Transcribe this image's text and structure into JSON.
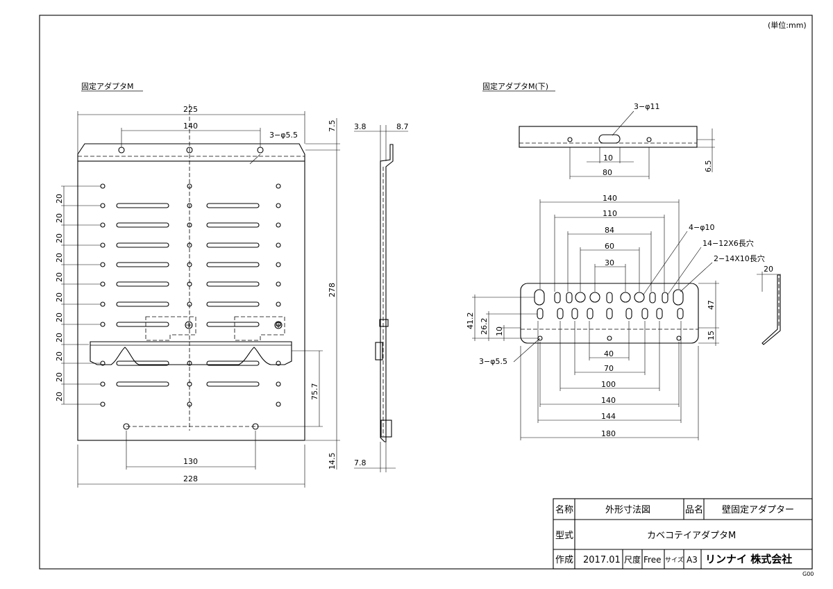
{
  "unit_note": "(単位:mm)",
  "views": {
    "front_title": "固定アダプタM",
    "bottom_title": "固定アダプタM(下)"
  },
  "dims": {
    "front_width_top": "225",
    "front_hole_span_top": "140",
    "front_holes_top": "3−φ5.5",
    "front_top_offset": "7.5",
    "front_height": "278",
    "front_pitch": "20",
    "front_lower_span": "75.7",
    "front_bottom_span": "130",
    "front_width_bottom": "228",
    "front_bottom_offset": "14.5",
    "side_top_a": "3.8",
    "side_top_b": "8.7",
    "side_bottom": "7.8",
    "strip_holes": "3−φ11",
    "strip_10": "10",
    "strip_80": "80",
    "strip_6_5": "6.5",
    "plate_140_top": "140",
    "plate_110": "110",
    "plate_84": "84",
    "plate_60": "60",
    "plate_30": "30",
    "plate_holes_4": "4−φ10",
    "plate_slots_14": "14−12X6長穴",
    "plate_slots_2": "2−14X10長穴",
    "plate_20": "20",
    "plate_47": "47",
    "plate_41_2": "41.2",
    "plate_26_2": "26.2",
    "plate_10_v": "10",
    "plate_15": "15",
    "plate_holes_3": "3−φ5.5",
    "plate_40": "40",
    "plate_70": "70",
    "plate_100": "100",
    "plate_140_bottom": "140",
    "plate_144": "144",
    "plate_180": "180"
  },
  "title_block": {
    "name_label": "名称",
    "name_value": "外形寸法図",
    "product_label": "品名",
    "product_value": "壁固定アダプター",
    "model_label": "型式",
    "model_value": "カベコテイアダプタM",
    "made_label": "作成",
    "made_value": "2017.01",
    "scale_label": "尺度",
    "scale_value": "Free",
    "size_label": "サイズ",
    "size_value": "A3",
    "company": "リンナイ 株式会社",
    "code": "G00"
  }
}
